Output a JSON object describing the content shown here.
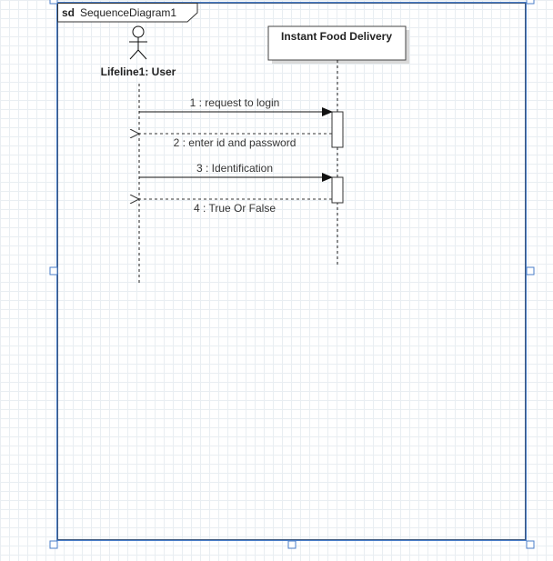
{
  "frame": {
    "keyword": "sd",
    "name": "SequenceDiagram1"
  },
  "actor": {
    "label": "Lifeline1: User"
  },
  "lifeline": {
    "label": "Instant Food Delivery"
  },
  "messages": [
    {
      "label": "1 : request to login",
      "kind": "sync"
    },
    {
      "label": "2 : enter id and password",
      "kind": "return"
    },
    {
      "label": "3 : Identification",
      "kind": "sync"
    },
    {
      "label": "4 : True Or False",
      "kind": "return"
    }
  ],
  "colors": {
    "selection": "#4a7ec8",
    "line": "#333333",
    "grid": "#e9eef2"
  }
}
